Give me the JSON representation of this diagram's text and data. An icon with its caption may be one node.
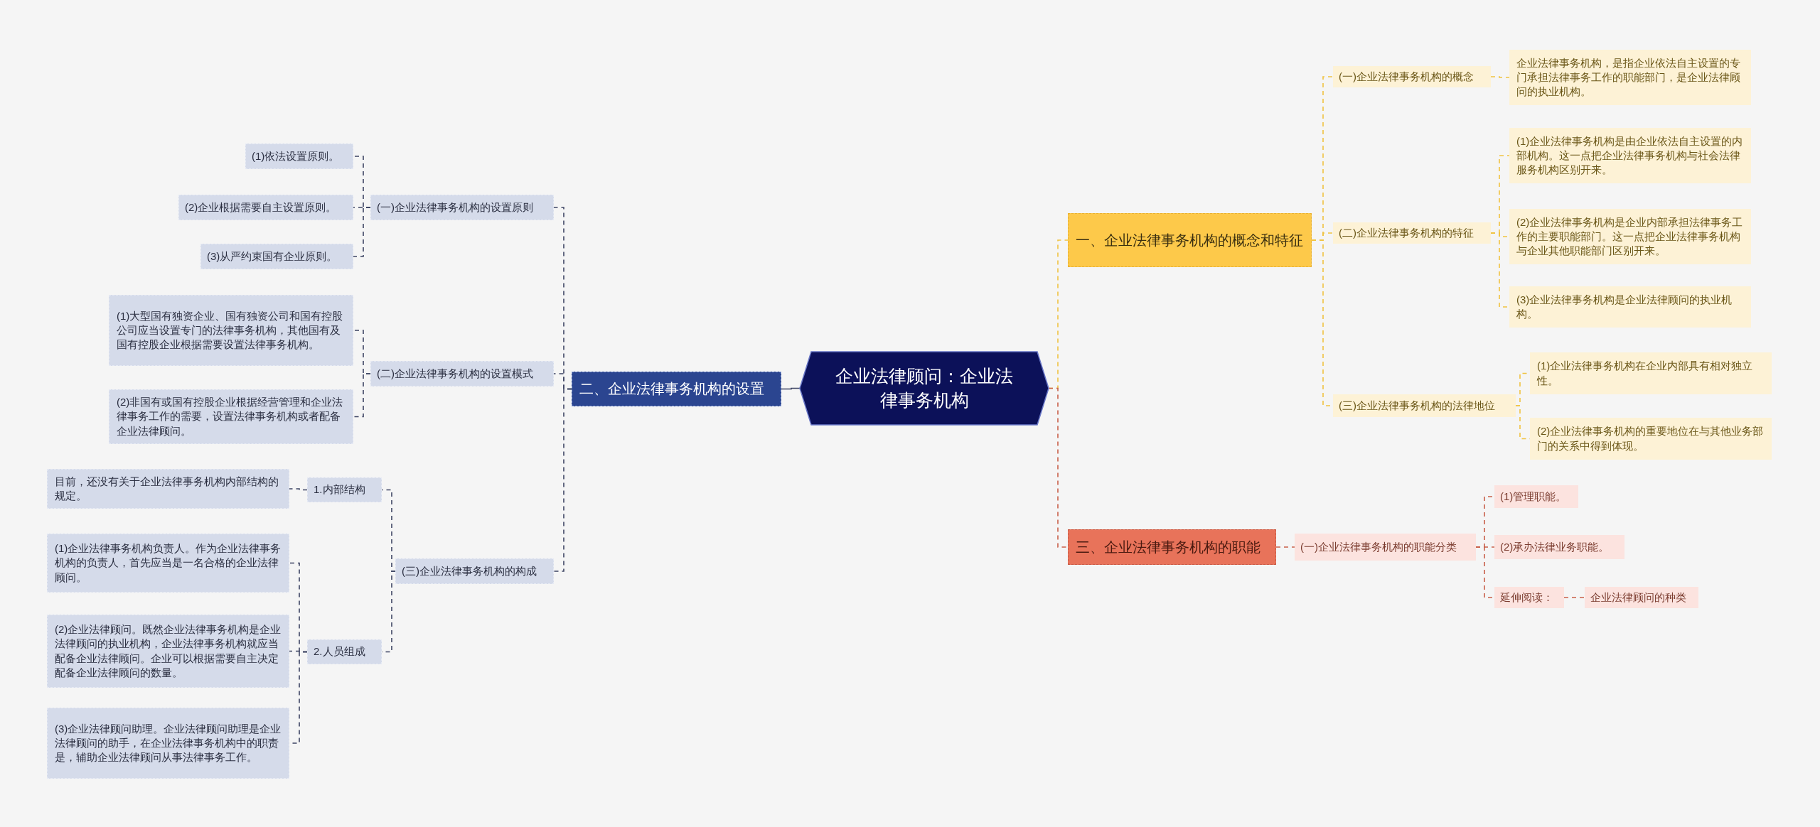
{
  "diagram": {
    "nodes": [
      {
        "text": [
          "企业法律顾问：企业法律事务机构"
        ]
      },
      {
        "text": [
          "一、企业法律事务机构的概念和特征"
        ]
      },
      {
        "text": [
          "(一)企业法律事务机构的概念"
        ]
      },
      {
        "text": [
          "企业法律事务机构，是指企业依法自主设置的专门承担法律事务工作的职能部门，是企业法律顾问的执业机构。"
        ]
      },
      {
        "text": [
          "(二)企业法律事务机构的特征"
        ]
      },
      {
        "text": [
          "(1)企业法律事务机构是由企业依法自主设置的内部机构。这一点把企业法律事务机构与社会法律服务机构区别开来。"
        ]
      },
      {
        "text": [
          "(2)企业法律事务机构是企业内部承担法律事务工作的主要职能部门。这一点把企业法律事务机构与企业其他职能部门区别开来。"
        ]
      },
      {
        "text": [
          "(3)企业法律事务机构是企业法律顾问的执业机构。"
        ]
      },
      {
        "text": [
          "(三)企业法律事务机构的法律地位"
        ]
      },
      {
        "text": [
          "(1)企业法律事务机构在企业内部具有相对独立性。"
        ]
      },
      {
        "text": [
          "(2)企业法律事务机构的重要地位在与其他业务部门的关系中得到体现。"
        ]
      },
      {
        "text": [
          "三、企业法律事务机构的职能"
        ]
      },
      {
        "text": [
          "(一)企业法律事务机构的职能分类"
        ]
      },
      {
        "text": [
          "(1)管理职能。"
        ]
      },
      {
        "text": [
          "(2)承办法律业务职能。"
        ]
      },
      {
        "text": [
          "延伸阅读："
        ]
      },
      {
        "text": [
          "企业法律顾问的种类"
        ]
      },
      {
        "text": [
          "二、企业法律事务机构的设置"
        ]
      },
      {
        "text": [
          "(一)企业法律事务机构的设置原则"
        ]
      },
      {
        "text": [
          "(1)依法设置原则。"
        ]
      },
      {
        "text": [
          "(2)企业根据需要自主设置原则。"
        ]
      },
      {
        "text": [
          "(3)从严约束国有企业原则。"
        ]
      },
      {
        "text": [
          "(二)企业法律事务机构的设置模式"
        ]
      },
      {
        "text": [
          "(1)大型国有独资企业、国有独资公司和国有控股公司应当设置专门的法律事务机构，其他国有及国有控股企业根据需要设置法律事务机构。"
        ]
      },
      {
        "text": [
          "(2)非国有或国有控股企业根据经营管理和企业法律事务工作的需要，设置法律事务机构或者配备企业法律顾问。"
        ]
      },
      {
        "text": [
          "(三)企业法律事务机构的构成"
        ]
      },
      {
        "text": [
          "1.内部结构"
        ]
      },
      {
        "text": [
          "目前，还没有关于企业法律事务机构内部结构的规定。"
        ]
      },
      {
        "text": [
          "2.人员组成"
        ]
      },
      {
        "text": [
          "(1)企业法律事务机构负责人。作为企业法律事务机构的负责人，首先应当是一名合格的企业法律顾问。"
        ]
      },
      {
        "text": [
          "(2)企业法律顾问。既然企业法律事务机构是企业法律顾问的执业机构，企业法律事务机构就应当配备企业法律顾问。企业可以根据需要自主决定配备企业法律顾问的数量。"
        ]
      },
      {
        "text": [
          "(3)企业法律顾问助理。企业法律顾问助理是企业法律顾问的助手，在企业法律事务机构中的职责是，辅助企业法律顾问从事法律事务工作。"
        ]
      }
    ],
    "edges": [
      {
        "from": 0,
        "to": 1,
        "arrow": "none",
        "style": "dashed",
        "color": "#f0c342"
      },
      {
        "from": 1,
        "to": 2,
        "arrow": "none",
        "style": "dashed",
        "color": "#f0c342"
      },
      {
        "from": 2,
        "to": 3,
        "arrow": "none",
        "style": "dashed",
        "color": "#f0c342"
      },
      {
        "from": 1,
        "to": 4,
        "arrow": "none",
        "style": "dashed",
        "color": "#f0c342"
      },
      {
        "from": 4,
        "to": 5,
        "arrow": "none",
        "style": "dashed",
        "color": "#f0c342"
      },
      {
        "from": 4,
        "to": 6,
        "arrow": "none",
        "style": "dashed",
        "color": "#f0c342"
      },
      {
        "from": 4,
        "to": 7,
        "arrow": "none",
        "style": "dashed",
        "color": "#f0c342"
      },
      {
        "from": 1,
        "to": 8,
        "arrow": "none",
        "style": "dashed",
        "color": "#f0c342"
      },
      {
        "from": 8,
        "to": 9,
        "arrow": "none",
        "style": "dashed",
        "color": "#f0c342"
      },
      {
        "from": 8,
        "to": 10,
        "arrow": "none",
        "style": "dashed",
        "color": "#f0c342"
      },
      {
        "from": 0,
        "to": 11,
        "arrow": "none",
        "style": "dashed",
        "color": "#c9604a"
      },
      {
        "from": 11,
        "to": 12,
        "arrow": "none",
        "style": "dashed",
        "color": "#c9604a"
      },
      {
        "from": 12,
        "to": 13,
        "arrow": "none",
        "style": "dashed",
        "color": "#c9604a"
      },
      {
        "from": 12,
        "to": 14,
        "arrow": "none",
        "style": "dashed",
        "color": "#c9604a"
      },
      {
        "from": 12,
        "to": 15,
        "arrow": "none",
        "style": "dashed",
        "color": "#c9604a"
      },
      {
        "from": 15,
        "to": 16,
        "arrow": "none",
        "style": "dashed",
        "color": "#c9604a"
      },
      {
        "from": 0,
        "to": 17,
        "arrow": "none"
      },
      {
        "from": 17,
        "to": 18,
        "arrow": "none",
        "style": "dashed"
      },
      {
        "from": 18,
        "to": 19,
        "arrow": "none",
        "style": "dashed"
      },
      {
        "from": 18,
        "to": 20,
        "arrow": "none",
        "style": "dashed"
      },
      {
        "from": 18,
        "to": 21,
        "arrow": "none",
        "style": "dashed"
      },
      {
        "from": 17,
        "to": 22,
        "arrow": "none",
        "style": "dashed"
      },
      {
        "from": 22,
        "to": 23,
        "arrow": "none",
        "style": "dashed"
      },
      {
        "from": 22,
        "to": 24,
        "arrow": "none",
        "style": "dashed"
      },
      {
        "from": 17,
        "to": 25,
        "arrow": "none",
        "style": "dashed"
      },
      {
        "from": 25,
        "to": 26,
        "arrow": "none",
        "style": "dashed"
      },
      {
        "from": 26,
        "to": 27,
        "arrow": "none",
        "style": "dashed"
      },
      {
        "from": 25,
        "to": 28,
        "arrow": "none",
        "style": "dashed"
      },
      {
        "from": 28,
        "to": 29,
        "arrow": "none",
        "style": "dashed"
      },
      {
        "from": 28,
        "to": 30,
        "arrow": "none",
        "style": "dashed"
      },
      {
        "from": 28,
        "to": 31,
        "arrow": "none",
        "style": "dashed"
      }
    ]
  }
}
